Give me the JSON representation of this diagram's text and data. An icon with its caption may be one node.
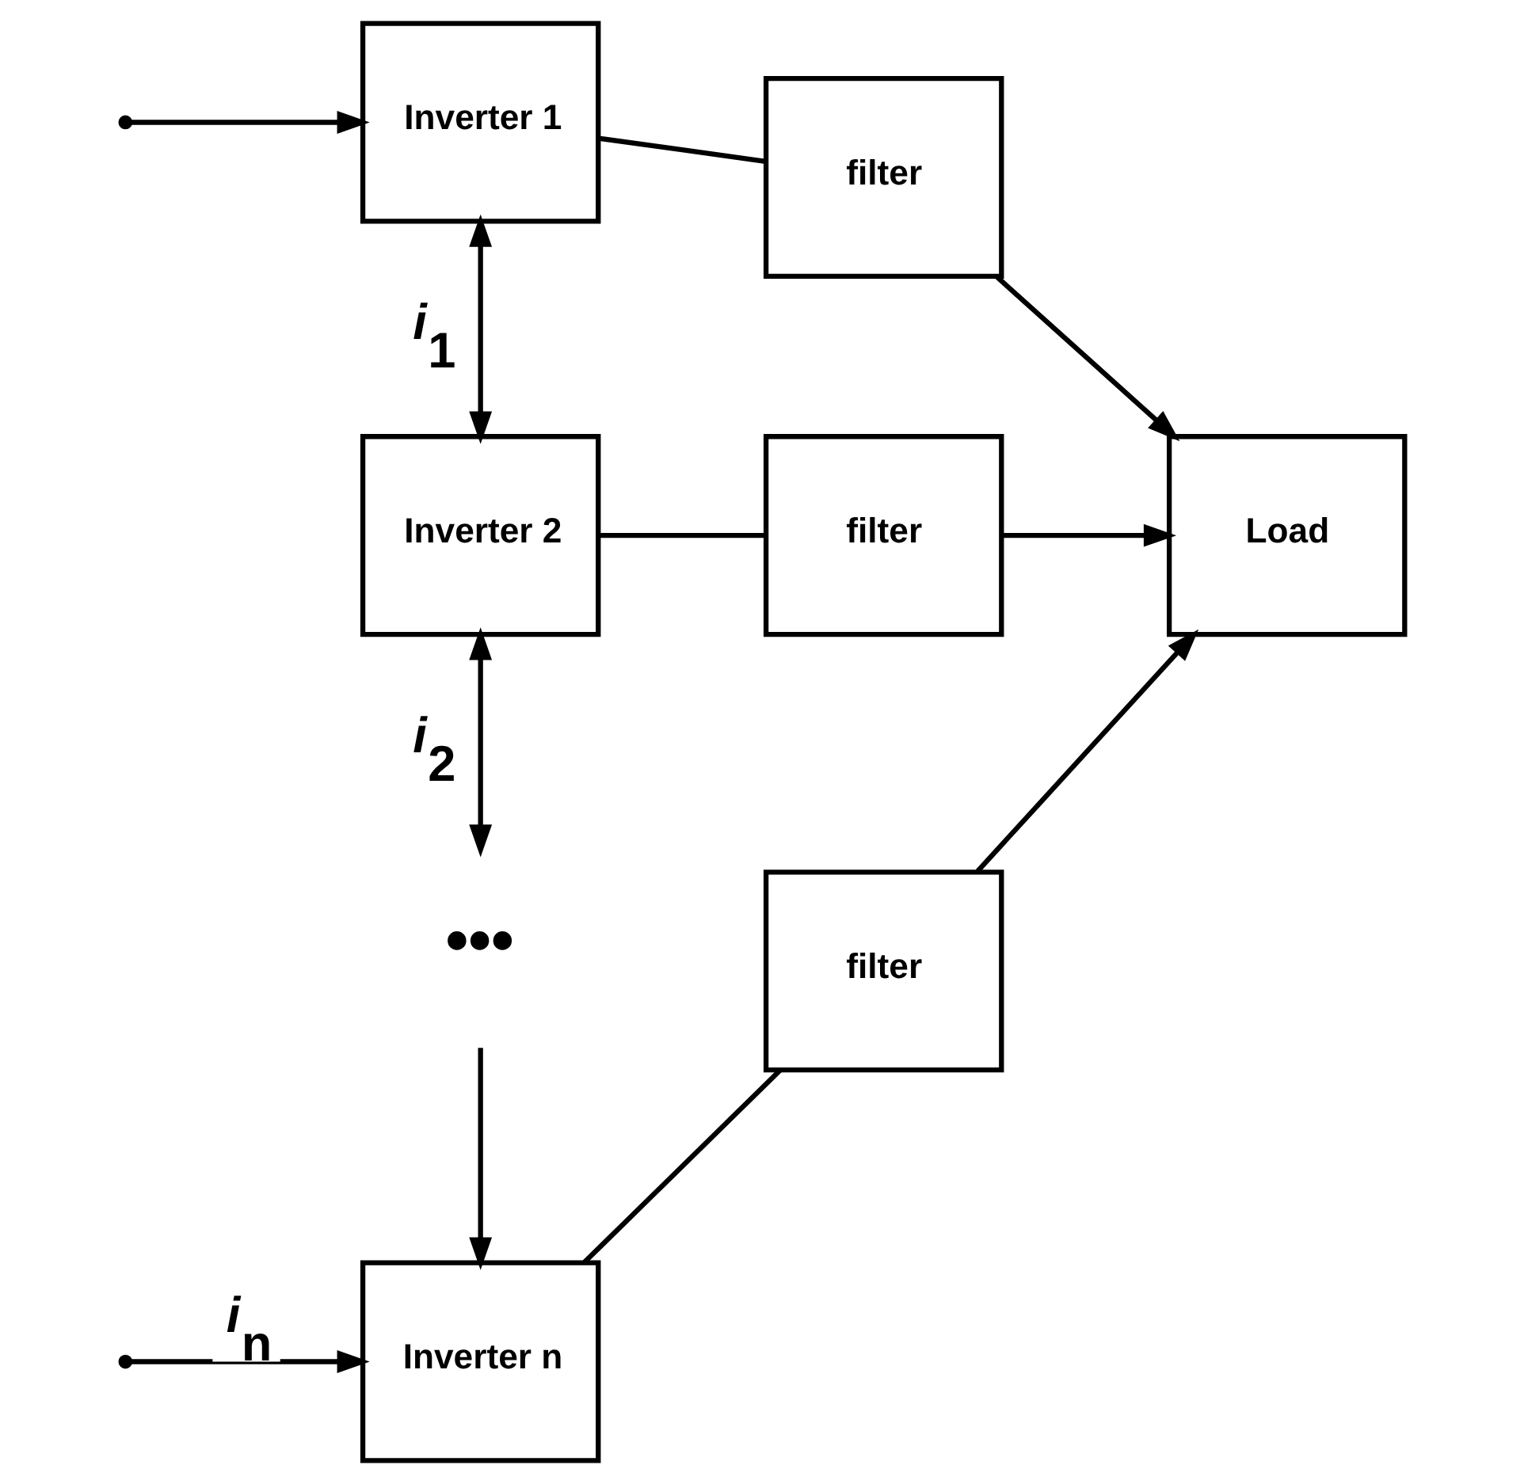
{
  "diagram": {
    "nodes": [
      {
        "text": [
          "Inverter 1"
        ]
      },
      {
        "text": [
          "filter"
        ]
      },
      {
        "text": [
          "Inverter 2"
        ]
      },
      {
        "text": [
          "filter"
        ]
      },
      {
        "text": [
          "•••"
        ]
      },
      {
        "text": [
          "Inverter n"
        ]
      },
      {
        "text": [
          "filter"
        ]
      },
      {
        "text": [
          "Load"
        ]
      }
    ],
    "edges": [
      {
        "from": null,
        "to": 0,
        "arrow": "to"
      },
      {
        "from": 0,
        "to": 1,
        "arrow": "none"
      },
      {
        "from": 0,
        "to": 2,
        "arrow": "both",
        "label": "*i*$_{1}$"
      },
      {
        "from": 1,
        "to": 7,
        "arrow": "to"
      },
      {
        "from": 2,
        "to": 3,
        "arrow": "none"
      },
      {
        "from": 2,
        "to": 4,
        "arrow": "both",
        "label": "*i*$_{2}$"
      },
      {
        "from": 3,
        "to": 7,
        "arrow": "to"
      },
      {
        "from": 4,
        "to": 5,
        "arrow": "to"
      },
      {
        "from": 5,
        "to": 6,
        "arrow": "none"
      },
      {
        "from": null,
        "to": 5,
        "arrow": "to",
        "label": "*i*$_{n}$"
      },
      {
        "from": 6,
        "to": 7,
        "arrow": "to"
      }
    ]
  }
}
